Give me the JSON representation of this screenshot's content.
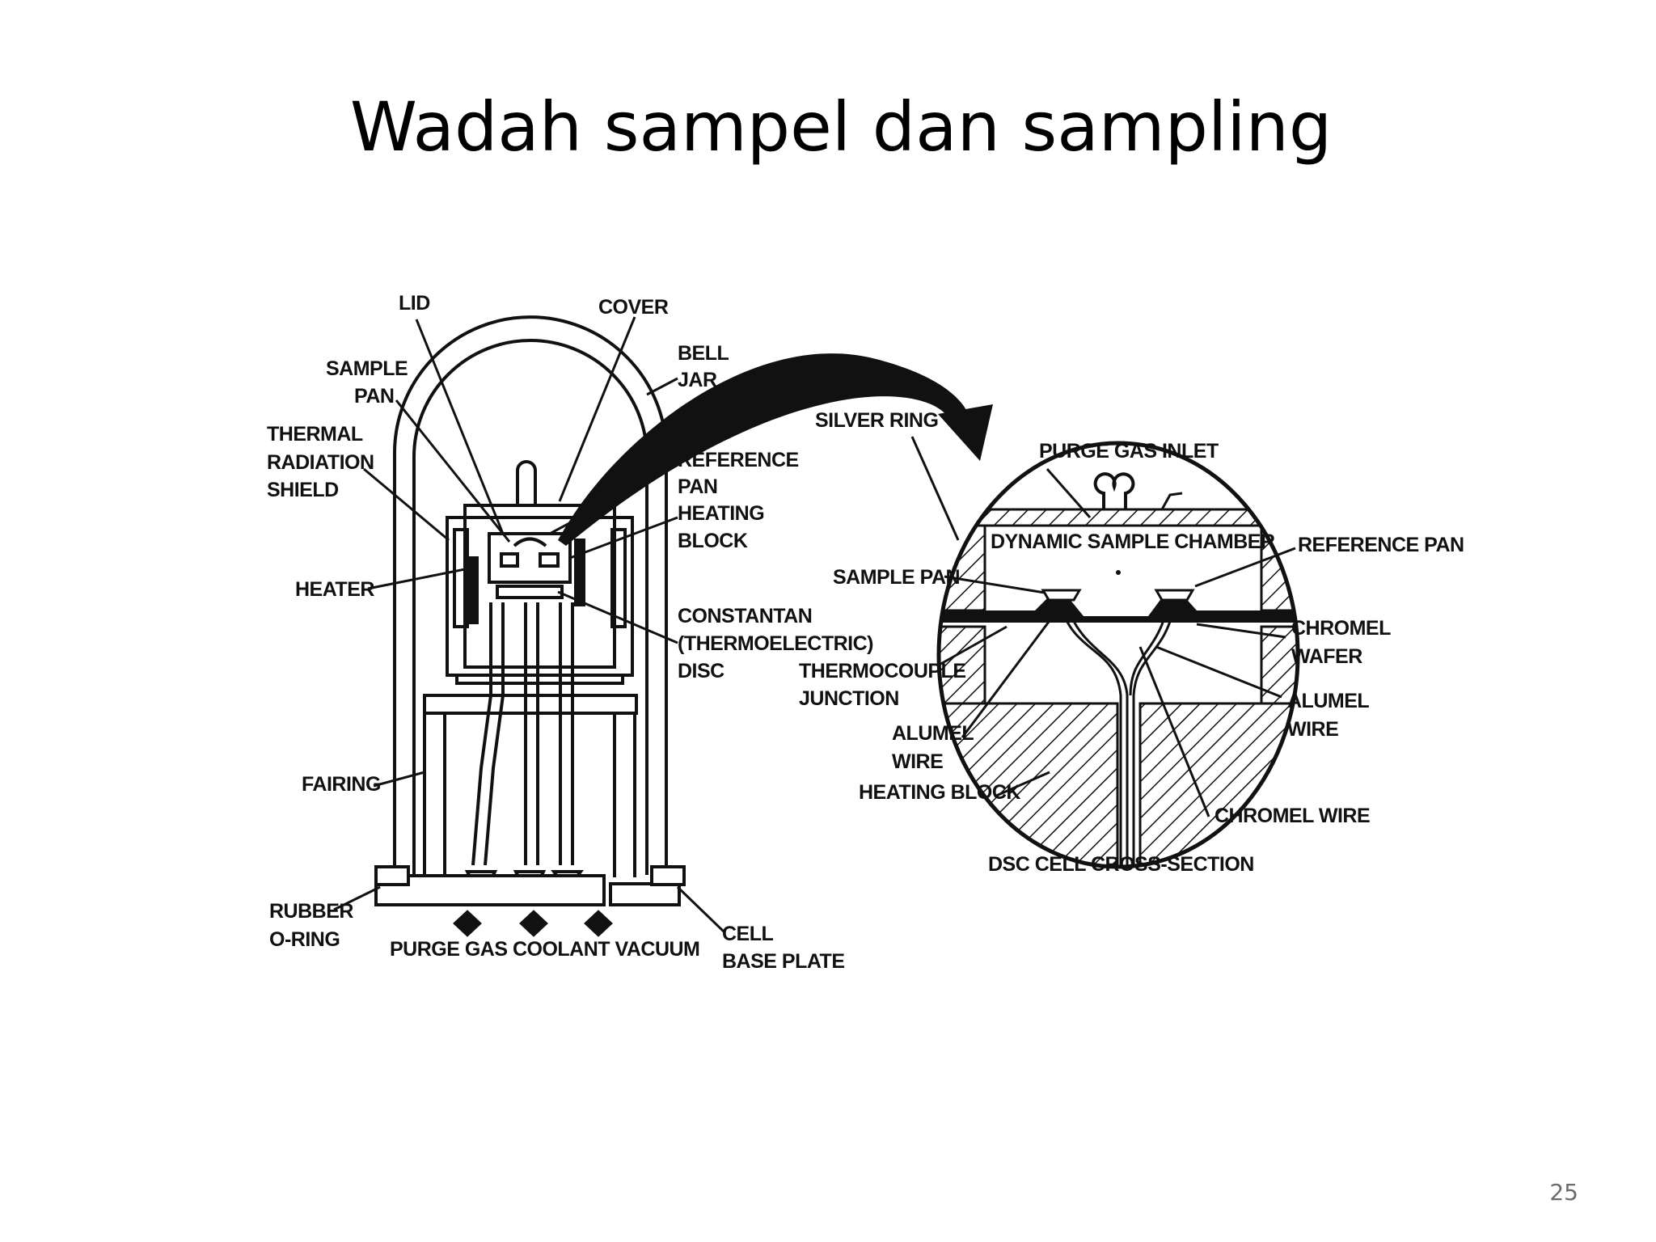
{
  "slide": {
    "title": "Wadah sampel dan sampling",
    "page_number": "25"
  },
  "left_diagram": {
    "labels": {
      "lid": "LID",
      "cover": "COVER",
      "sample_pan_1": "SAMPLE",
      "sample_pan_2": "PAN",
      "bell_jar_1": "BELL",
      "bell_jar_2": "JAR",
      "thermal_1": "THERMAL",
      "thermal_2": "RADIATION",
      "thermal_3": "SHIELD",
      "reference_pan_1": "REFERENCE",
      "reference_pan_2": "PAN",
      "heating_block_1": "HEATING",
      "heating_block_2": "BLOCK",
      "heater": "HEATER",
      "constantan_1": "CONSTANTAN",
      "constantan_2": "(THERMOELECTRIC)",
      "constantan_3": "DISC",
      "fairing": "FAIRING",
      "rubber_1": "RUBBER",
      "rubber_2": "O-RING",
      "cell_base_1": "CELL",
      "cell_base_2": "BASE PLATE",
      "bottom_row": "PURGE GAS COOLANT VACUUM"
    }
  },
  "right_diagram": {
    "labels": {
      "silver_ring": "SILVER RING",
      "purge_gas_inlet": "PURGE GAS INLET",
      "dynamic_chamber": "DYNAMIC SAMPLE CHAMBER",
      "reference_pan": "REFERENCE PAN",
      "sample_pan": "SAMPLE PAN",
      "chromel_wafer_1": "CHROMEL",
      "chromel_wafer_2": "WAFER",
      "thermocouple_1": "THERMOCOUPLE",
      "thermocouple_2": "JUNCTION",
      "alumel_wire_r_1": "ALUMEL",
      "alumel_wire_r_2": "WIRE",
      "alumel_wire_l_1": "ALUMEL",
      "alumel_wire_l_2": "WIRE",
      "heating_block": "HEATING BLOCK",
      "chromel_wire": "CHROMEL WIRE",
      "caption": "DSC CELL CROSS-SECTION"
    }
  }
}
